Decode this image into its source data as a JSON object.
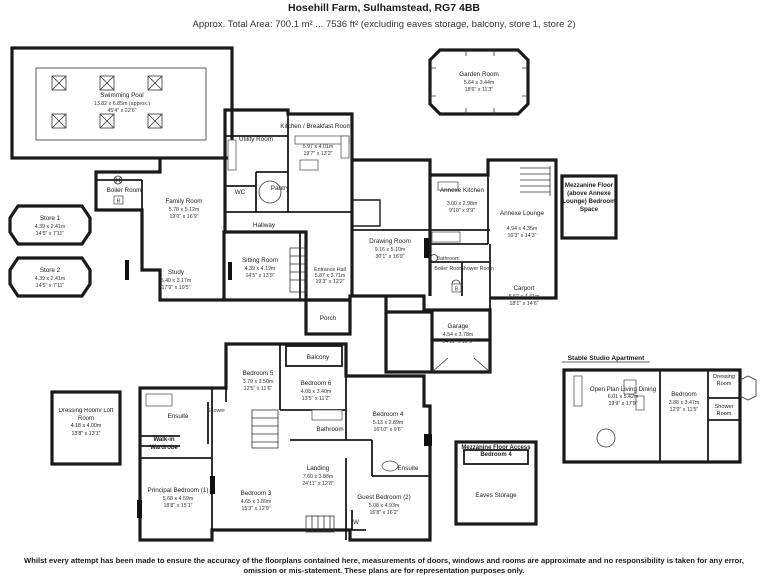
{
  "header": {
    "title": "Hosehill Farm, Sulhamstead, RG7 4BB",
    "subtitle": "Approx. Total Area: 700.1 m² ... 7536 ft² (excluding eaves storage, balcony, store 1, store 2)"
  },
  "rooms": {
    "swimming_pool": {
      "name": "Swimming Pool",
      "dims": "13.82 x 6.85m (approx.)",
      "dims_imp": "45'4\" x 22'6\""
    },
    "garden_room": {
      "name": "Garden Room",
      "dims": "5.64 x 3.44m",
      "dims_imp": "18'6\" x 11'3\""
    },
    "utility": {
      "name": "Utility Room"
    },
    "kitchen": {
      "name": "Kitchen / Breakfast Room",
      "dims": "5.97 x 4.01m",
      "dims_imp": "19'7\" x 13'2\""
    },
    "boiler_room": {
      "name": "Boiler Room"
    },
    "family_room": {
      "name": "Family Room",
      "dims": "5.78 x 5.12m",
      "dims_imp": "19'0\" x 16'9\""
    },
    "wc": {
      "name": "WC"
    },
    "pantry": {
      "name": "Pantry"
    },
    "hallway": {
      "name": "Hallway"
    },
    "store1": {
      "name": "Store 1",
      "dims": "4.39 x 2.41m",
      "dims_imp": "14'5\" x 7'11\""
    },
    "store2": {
      "name": "Store 2",
      "dims": "4.39 x 2.41m",
      "dims_imp": "14'5\" x 7'11\""
    },
    "study": {
      "name": "Study",
      "dims": "5.40 x 3.17m",
      "dims_imp": "17'9\" x 10'5\""
    },
    "sitting_room": {
      "name": "Sitting Room",
      "dims": "4.39 x 4.19m",
      "dims_imp": "14'5\" x 13'9\""
    },
    "entrance_hall": {
      "name": "Entrance Hall",
      "dims": "5.87 x 3.71m",
      "dims_imp": "19'3\" x 12'2\""
    },
    "drawing_room": {
      "name": "Drawing Room",
      "dims": "9.16 x 5.10m",
      "dims_imp": "30'1\" x 16'9\""
    },
    "annexe_kitchen": {
      "name": "Annexe Kitchen",
      "dims": "3.00 x 2.98m",
      "dims_imp": "9'10\" x 9'9\""
    },
    "annexe_lounge": {
      "name": "Annexe Lounge",
      "dims": "4.94 x 4.35m",
      "dims_imp": "16'3\" x 14'3\""
    },
    "mezzanine_annexe": {
      "name": "Mezzanine Floor (above Annexe Lounge) Bedroom Space"
    },
    "bathroom_annexe": {
      "name": "Bathroom"
    },
    "boiler_room2": {
      "name": "Boiler Room"
    },
    "shower_room": {
      "name": "Shower Room"
    },
    "carport": {
      "name": "Carport",
      "dims": "5.52 x 4.41m",
      "dims_imp": "18'1\" x 14'6\""
    },
    "porch": {
      "name": "Porch"
    },
    "garage": {
      "name": "Garage",
      "dims": "4.54 x 3.78m",
      "dims_imp": "14'11\" x 12'5\""
    },
    "balcony": {
      "name": "Balcony"
    },
    "bedroom5": {
      "name": "Bedroom 5",
      "dims": "3.79 x 3.50m",
      "dims_imp": "12'5\" x 11'6\""
    },
    "bedroom6": {
      "name": "Bedroom 6",
      "dims": "4.08 x 3.40m",
      "dims_imp": "13'5\" x 11'2\""
    },
    "bathroom_first": {
      "name": "Bathroom"
    },
    "ensuite_main": {
      "name": "Ensuite"
    },
    "shower_first": {
      "name": "Shower"
    },
    "walk_in": {
      "name": "Walk-in Wardrobe"
    },
    "bedroom4": {
      "name": "Bedroom 4",
      "dims": "5.13 x 2.89m",
      "dims_imp": "16'10\" x 9'6\""
    },
    "ensuite2": {
      "name": "Ensuite"
    },
    "dressing_loft": {
      "name": "Dressing Room/ Loft Room",
      "dims": "4.18 x 4.00m",
      "dims_imp": "13'8\" x 13'1\""
    },
    "principal": {
      "name": "Principal Bedroom (1)",
      "dims": "5.68 x 4.59m",
      "dims_imp": "18'8\" x 15'1\""
    },
    "bedroom3": {
      "name": "Bedroom 3",
      "dims": "4.65 x 3.89m",
      "dims_imp": "15'3\" x 12'9\""
    },
    "landing": {
      "name": "Landing",
      "dims": "7.60 x 3.88m",
      "dims_imp": "24'11\" x 12'8\""
    },
    "guest": {
      "name": "Guest Bedroom (2)",
      "dims": "5.08 x 4.93m",
      "dims_imp": "16'8\" x 16'2\""
    },
    "w_label": {
      "name": "W"
    },
    "mezz_access": {
      "name": "Mezzanine Floor Access Bedroom 4"
    },
    "eaves": {
      "name": "Eaves Storage"
    },
    "studio_title": {
      "name": "Stable Studio Apartment"
    },
    "open_plan": {
      "name": "Open Plan Living Dining",
      "dims": "6.01 x 5.42m",
      "dims_imp": "19'9\" x 17'9\""
    },
    "studio_bedroom": {
      "name": "Bedroom",
      "dims": "3.88 x 3.47m",
      "dims_imp": "12'9\" x 11'5\""
    },
    "dressing_studio": {
      "name": "Dressing Room"
    },
    "shower_studio": {
      "name": "Shower Room"
    }
  },
  "symbols": {
    "boiler_badge": "B"
  },
  "footer": {
    "disclaimer": "Whilst every attempt has been made to ensure the accuracy of the floorplans contained here, measurements of doors, windows and rooms are approximate and no responsibility is taken for any error, omission or mis-statement. These plans are for representation purposes only."
  }
}
